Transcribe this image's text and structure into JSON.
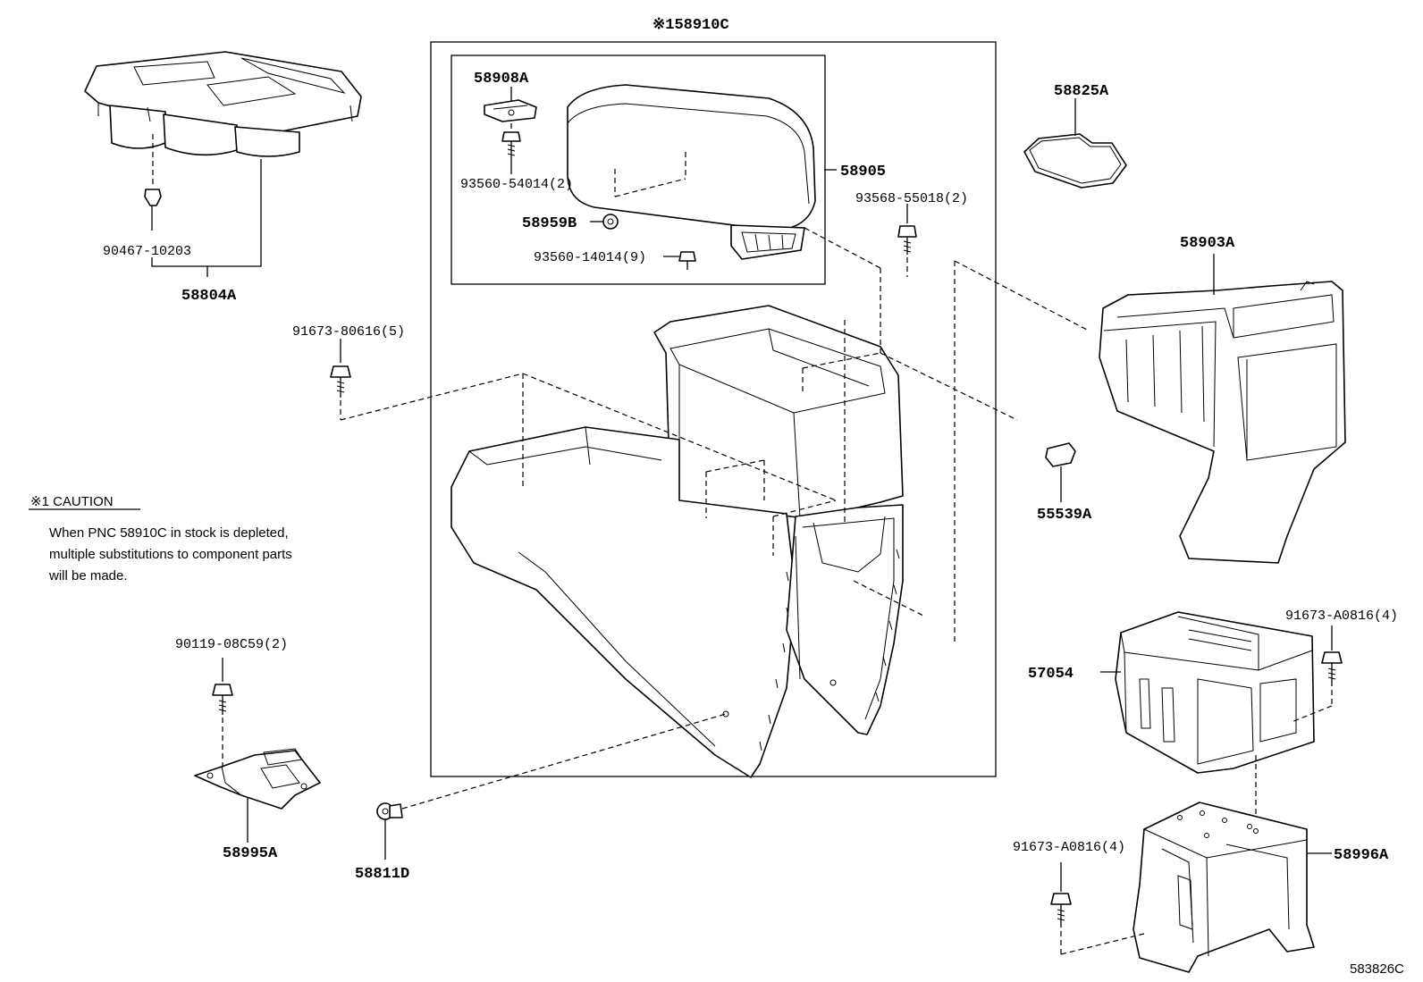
{
  "labels": {
    "assembly": "※158910C",
    "p58908A": "58908A",
    "p93560_54014": "93560-54014(2)",
    "p58959B": "58959B",
    "p93560_14014": "93560-14014(9)",
    "p58905": "58905",
    "p93568_55018": "93568-55018(2)",
    "p58825A": "58825A",
    "p58903A": "58903A",
    "p90467_10203": "90467-10203",
    "p58804A": "58804A",
    "p91673_80616": "91673-80616(5)",
    "p55539A": "55539A",
    "p91673_A0816_top": "91673-A0816(4)",
    "p57054": "57054",
    "p90119_08C59": "90119-08C59(2)",
    "p58995A": "58995A",
    "p58811D": "58811D",
    "p91673_A0816_bottom": "91673-A0816(4)",
    "p58996A": "58996A",
    "ref": "583826C"
  },
  "caution": {
    "title": "※1 CAUTION",
    "line1": "When PNC 58910C in stock is depleted,",
    "line2": "multiple substitutions to component parts",
    "line3": "will be made."
  }
}
